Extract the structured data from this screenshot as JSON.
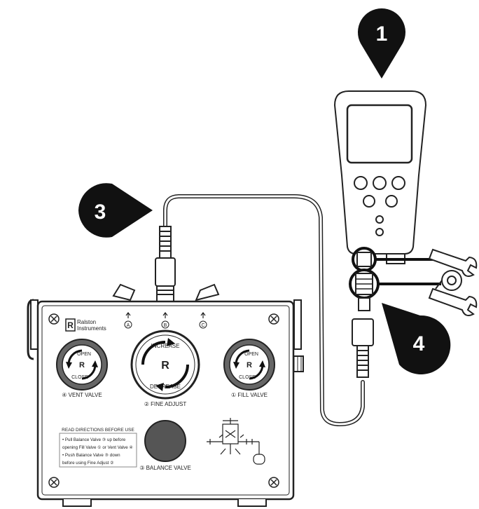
{
  "callouts": {
    "one": "1",
    "three": "3",
    "four": "4"
  },
  "brand": {
    "line1": "Ralston",
    "line2": "Instruments"
  },
  "ports": {
    "a": "A",
    "b": "B",
    "c": "C"
  },
  "vent_dial": {
    "open": "OPEN",
    "close": "CLOSE",
    "label": "④ VENT VALVE"
  },
  "fine_dial": {
    "increase": "INCREASE",
    "decrease": "DECREASE",
    "label": "② FINE ADJUST"
  },
  "fill_dial": {
    "open": "OPEN",
    "close": "CLOSE",
    "label": "① FILL VALVE"
  },
  "balance": {
    "label": "③ BALANCE VALVE"
  },
  "directions": {
    "title": "READ DIRECTIONS BEFORE USE",
    "lines": [
      "• Pull Balance Valve ③ up before",
      "opening Fill Valve ① or Vent Valve ④",
      "• Push Balance Valve ③ down",
      "before using Fine Adjust ②"
    ]
  },
  "colors": {
    "badge": "#111111",
    "knob": "#555555",
    "line": "#222222"
  }
}
